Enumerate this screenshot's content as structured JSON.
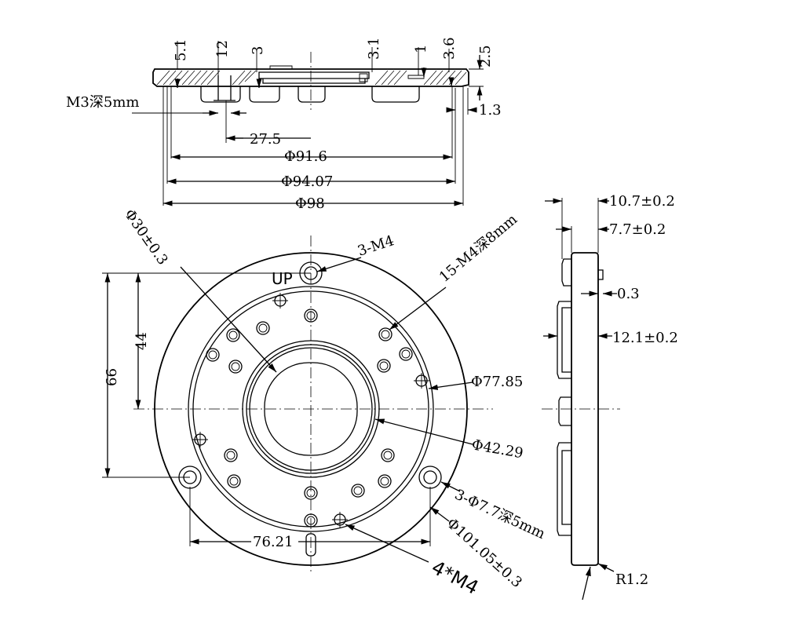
{
  "top_view": {
    "dims": {
      "t51": "5.1",
      "t12": "12",
      "t3": "3",
      "t31": "3.1",
      "t1": "1",
      "t36": "3.6",
      "t25": "2.5",
      "t13": "1.3",
      "m3": "M3深5mm",
      "d275": "27.5",
      "d916": "Φ91.6",
      "d9407": "Φ94.07",
      "d98": "Φ98"
    }
  },
  "front_view": {
    "up_mark": "UP",
    "dims": {
      "d30": "Φ30±0.3",
      "m4_3": "3-M4",
      "m4_15": "15-M4深8mm",
      "h44": "44",
      "h66": "66",
      "d7785": "Φ77.85",
      "d4229": "Φ42.29",
      "d77": "3-Φ7.7深5mm",
      "d10105": "Φ101.05±0.3",
      "w7621": "76.21",
      "m4_4": "4*M4"
    }
  },
  "side_view": {
    "dims": {
      "s107": "10.7±0.2",
      "s77": "7.7±0.2",
      "s03": "0.3",
      "s121": "12.1±0.2",
      "r12": "R1.2"
    }
  }
}
